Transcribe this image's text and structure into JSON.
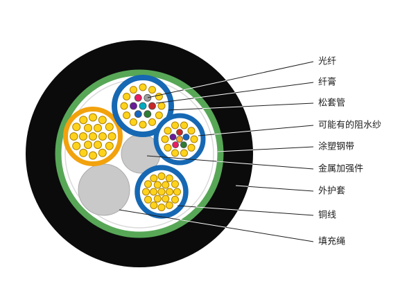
{
  "colors": {
    "sheath": "#0b0b0b",
    "tape_green": "#57a757",
    "tube_blue": "#1668b3",
    "unit_orange": "#f2a20d",
    "wire_yellow": "#ffd31c",
    "filler_gray": "#c9c9c9",
    "line": "#1c1c1c",
    "leader_on_sheath": "#ffffff"
  },
  "fiber_colors": [
    "#1565c0",
    "#ef6c00",
    "#2e7d32",
    "#6d4c41",
    "#9e9e9e",
    "#f5f5f5",
    "#c62828",
    "#263238",
    "#f9a825",
    "#6a1b9a",
    "#e91e63",
    "#00acc1"
  ],
  "labels": [
    {
      "id": "optical-fiber",
      "text": "光纤"
    },
    {
      "id": "fiber-gel",
      "text": "纤膏"
    },
    {
      "id": "loose-tube",
      "text": "松套管"
    },
    {
      "id": "water-blocking-yarn",
      "text": "可能有的阻水纱"
    },
    {
      "id": "coated-steel-tape",
      "text": "涂塑钢带"
    },
    {
      "id": "metal-strength-member",
      "text": "金属加强件"
    },
    {
      "id": "outer-sheath",
      "text": "外护套"
    },
    {
      "id": "copper-wire",
      "text": "铜线"
    },
    {
      "id": "filler-rope",
      "text": "填充绳"
    }
  ]
}
